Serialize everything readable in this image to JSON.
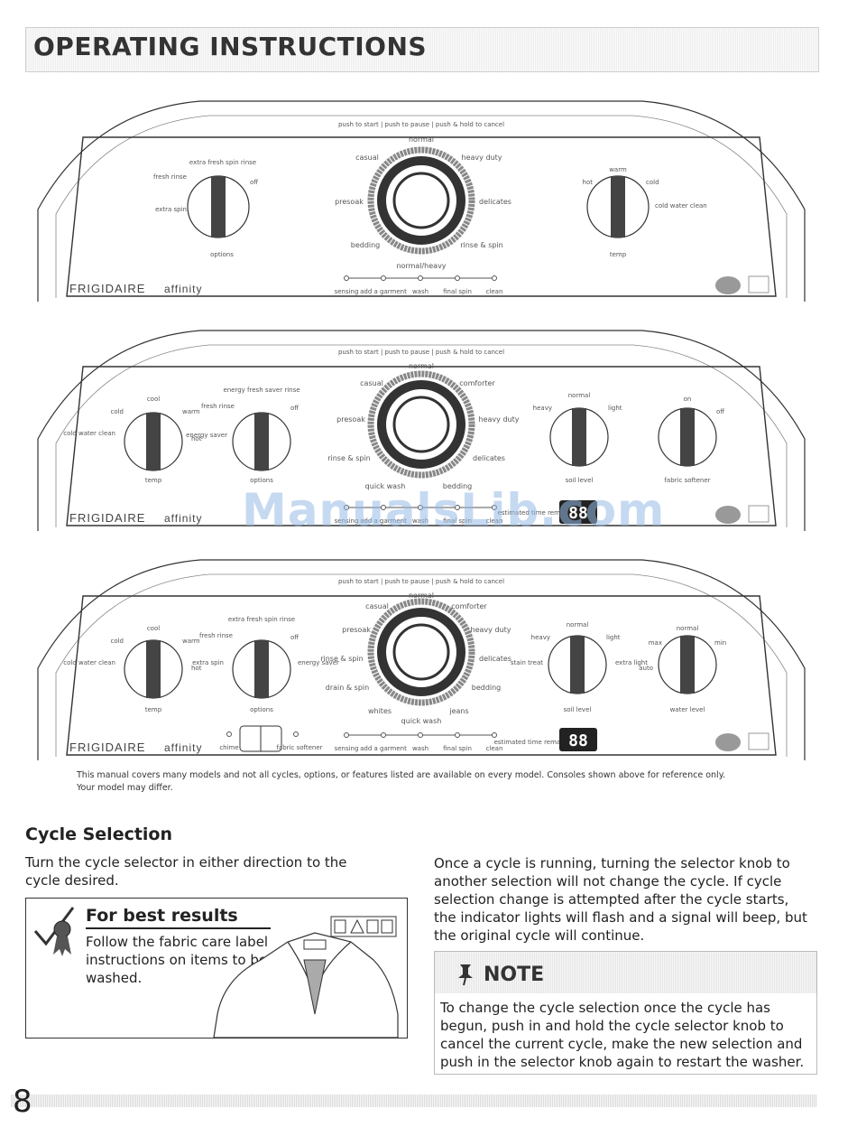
{
  "header": {
    "title": "OPERATING INSTRUCTIONS"
  },
  "panels": [
    {
      "brand": "FRIGIDAIRE",
      "series": "affinity",
      "top_text": "push to start | push to pause | push & hold to cancel",
      "cycles": [
        "normal",
        "casual",
        "heavy duty",
        "presoak",
        "delicates",
        "bedding",
        "rinse & spin",
        "normal/heavy"
      ],
      "options": [
        "extra spin",
        "fresh rinse",
        "extra fresh spin rinse",
        "off"
      ],
      "options_label": "options",
      "temps": [
        "hot",
        "warm",
        "cold",
        "cold water clean"
      ],
      "temp_label": "temp",
      "status": [
        "sensing",
        "add a garment",
        "wash",
        "final spin",
        "clean"
      ]
    },
    {
      "brand": "FRIGIDAIRE",
      "series": "affinity",
      "top_text": "push to start | push to pause | push & hold to cancel",
      "cycles": [
        "normal",
        "casual",
        "comforter",
        "presoak",
        "heavy duty",
        "rinse & spin",
        "delicates",
        "quick wash",
        "bedding"
      ],
      "temps": [
        "cool",
        "cold",
        "warm",
        "cold water clean",
        "hot"
      ],
      "temp_label": "temp",
      "options": [
        "energy saver",
        "fresh rinse",
        "energy fresh saver rinse",
        "off"
      ],
      "options_label": "options",
      "soil": [
        "normal",
        "heavy",
        "light"
      ],
      "soil_label": "soil level",
      "softener": [
        "on",
        "off"
      ],
      "softener_label": "fabric softener",
      "status": [
        "sensing",
        "add a garment",
        "wash",
        "final spin",
        "clean"
      ],
      "time_label": "estimated time remaining",
      "display": "88"
    },
    {
      "brand": "FRIGIDAIRE",
      "series": "affinity",
      "top_text": "push to start | push to pause | push & hold to cancel",
      "cycles": [
        "normal",
        "casual",
        "comforter",
        "presoak",
        "heavy duty",
        "rinse & spin",
        "delicates",
        "drain & spin",
        "bedding",
        "whites",
        "jeans",
        "quick wash"
      ],
      "temps": [
        "cool",
        "cold",
        "warm",
        "cold water clean",
        "hot"
      ],
      "temp_label": "temp",
      "options": [
        "fresh rinse",
        "extra spin",
        "extra fresh spin rinse",
        "off",
        "energy saver"
      ],
      "options_label": "options",
      "soil": [
        "normal",
        "heavy",
        "light",
        "stain treat",
        "extra light"
      ],
      "soil_label": "soil level",
      "water": [
        "normal",
        "max",
        "min",
        "auto"
      ],
      "water_label": "water level",
      "chime": "chime",
      "softener": "fabric softener",
      "status": [
        "sensing",
        "add a garment",
        "wash",
        "final spin",
        "clean"
      ],
      "time_label": "estimated time remaining",
      "display": "88"
    }
  ],
  "caption": "This manual covers many models and not all cycles, options, or features listed are available on every model. Consoles shown above for reference only. Your model may differ.",
  "watermark": "ManualsLib.com",
  "cycle_selection": {
    "title": "Cycle Selection",
    "left_text": "Turn the cycle selector in either direction to the cycle desired.",
    "right_text": "Once a cycle is running, turning the selector knob to another selection will not change the cycle. If cycle selection change is attempted after the cycle starts, the indicator lights will flash and a signal will beep, but the original cycle will continue."
  },
  "best_results": {
    "title": "For best results",
    "text": "Follow the fabric care label instructions on items to be washed."
  },
  "note": {
    "title": "NOTE",
    "text": "To change the cycle selection once the cycle has begun, push in and hold the cycle selector knob to cancel the current cycle, make the new selection and push in the selector knob again to restart the washer."
  },
  "page_number": "8"
}
